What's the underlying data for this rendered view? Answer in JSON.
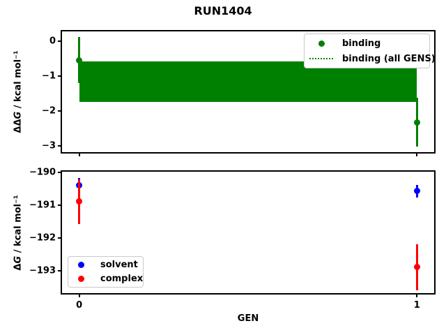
{
  "figure": {
    "title": "RUN1404"
  },
  "chart_data": [
    {
      "type": "scatter",
      "subplot": "top",
      "ylabel": "ΔΔG / kcal mol⁻¹",
      "ylabel_parts": {
        "prefix": "ΔΔ",
        "var": "G",
        "suffix": " / kcal mol⁻¹"
      },
      "xlabel": "",
      "xlim": [
        -0.051,
        1.051
      ],
      "ylim": [
        -3.18,
        0.29
      ],
      "yticks": [
        0,
        -1,
        -2,
        -3
      ],
      "ytick_labels": [
        "0",
        "−1",
        "−2",
        "−3"
      ],
      "xticks": [
        0,
        1
      ],
      "xtick_labels": [],
      "grid": false,
      "series": [
        {
          "name": "binding",
          "color": "#008000",
          "marker": "circle",
          "x": [
            0,
            1
          ],
          "y": [
            -0.54,
            -2.32
          ],
          "yerr": [
            0.66,
            0.7
          ]
        }
      ],
      "band": {
        "name": "binding (all GENS)",
        "color": "#008000",
        "line_style": "dotted",
        "x": [
          0,
          1
        ],
        "y_center": -1.15,
        "y_top": -0.57,
        "y_bottom": -1.73
      },
      "legend": {
        "position": "upper right",
        "entries": [
          {
            "label": "binding",
            "marker": "dot",
            "color": "#008000"
          },
          {
            "label": "binding (all GENS)",
            "marker": "dotted-line",
            "color": "#008000"
          }
        ]
      }
    },
    {
      "type": "scatter",
      "subplot": "bottom",
      "ylabel": "ΔG / kcal mol⁻¹",
      "ylabel_parts": {
        "prefix": "Δ",
        "var": "G",
        "suffix": " / kcal mol⁻¹"
      },
      "xlabel": "GEN",
      "xlim": [
        -0.051,
        1.051
      ],
      "ylim": [
        -193.67,
        -189.97
      ],
      "yticks": [
        -190,
        -191,
        -192,
        -193
      ],
      "ytick_labels": [
        "−190",
        "−191",
        "−192",
        "−193"
      ],
      "xticks": [
        0,
        1
      ],
      "xtick_labels": [
        "0",
        "1"
      ],
      "grid": false,
      "series": [
        {
          "name": "solvent",
          "color": "#0000ff",
          "marker": "circle",
          "x": [
            0,
            1
          ],
          "y": [
            -190.38,
            -190.56
          ],
          "yerr": [
            0.22,
            0.19
          ]
        },
        {
          "name": "complex",
          "color": "#ff0000",
          "marker": "circle",
          "x": [
            0,
            1
          ],
          "y": [
            -190.88,
            -192.88
          ],
          "yerr": [
            0.68,
            0.7
          ]
        }
      ],
      "legend": {
        "position": "lower left",
        "entries": [
          {
            "label": "solvent",
            "marker": "dot",
            "color": "#0000ff"
          },
          {
            "label": "complex",
            "marker": "dot",
            "color": "#ff0000"
          }
        ]
      }
    }
  ]
}
